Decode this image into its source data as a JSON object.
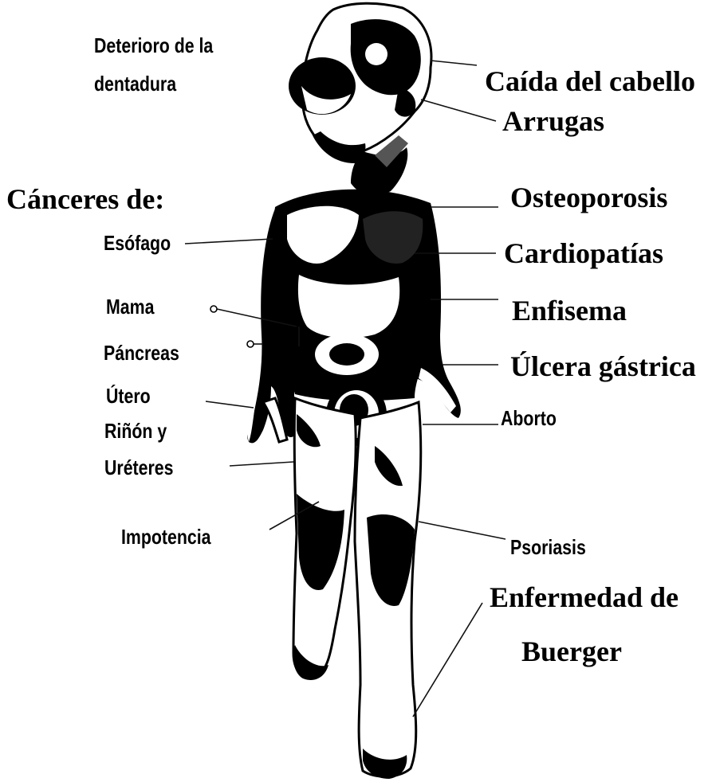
{
  "labels": {
    "deterioro_dentadura_1": "Deterioro de la",
    "deterioro_dentadura_2": "dentadura",
    "caida_cabello": "Caída del cabello",
    "arrugas": "Arrugas",
    "canceres_de": "Cánceres de:",
    "osteoporosis": "Osteoporosis",
    "esofago": "Esófago",
    "cardiopatias": "Cardiopatías",
    "mama": "Mama",
    "enfisema": "Enfisema",
    "pancreas": "Páncreas",
    "ulcera_gastrica": "Úlcera gástrica",
    "utero": "Útero",
    "rinon_y": "Riñón y",
    "aborto": "Aborto",
    "ureteres": "Uréteres",
    "impotencia": "Impotencia",
    "psoriasis": "Psoriasis",
    "enfermedad_de": "Enfermedad de",
    "buerger": "Buerger"
  },
  "colors": {
    "ink": "#000000",
    "paper": "#ffffff",
    "leader": "#111111"
  }
}
